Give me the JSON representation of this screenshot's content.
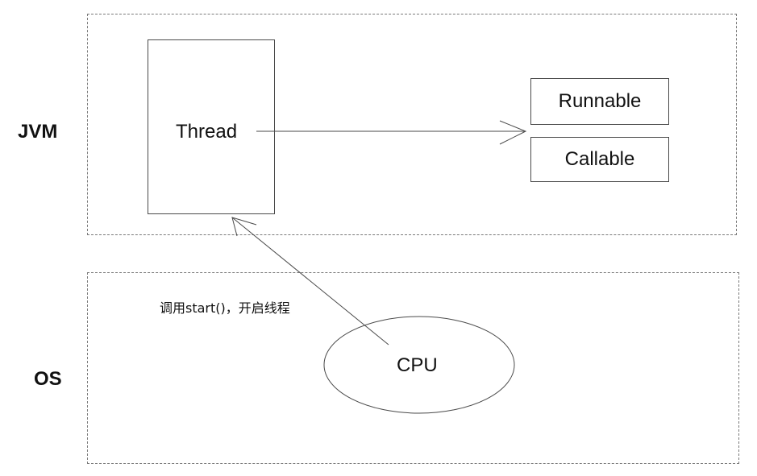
{
  "layers": {
    "jvm_label": "JVM",
    "os_label": "OS"
  },
  "nodes": {
    "thread": "Thread",
    "runnable": "Runnable",
    "callable": "Callable",
    "cpu": "CPU"
  },
  "annotations": {
    "start_call": "调用start()，开启线程"
  },
  "colors": {
    "line": "#4a4a4a",
    "dashed_border": "#7a7a7a",
    "text": "#111111",
    "background": "#ffffff"
  }
}
